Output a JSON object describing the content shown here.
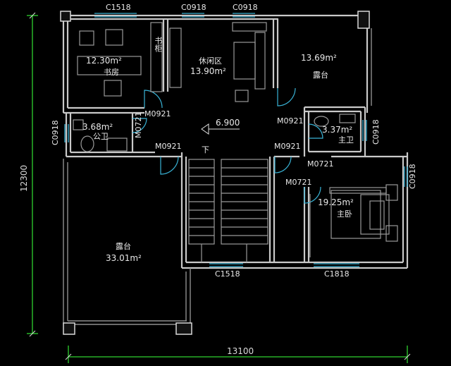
{
  "colors": {
    "background": "#000000",
    "wall": "#c9c9c9",
    "dimension_line": "#2fd12f",
    "window": "#39b3d6",
    "door": "#39b3d6",
    "furniture": "#9a9a9a",
    "text": "#e8e8e8"
  },
  "windows": {
    "top_left": "C1518",
    "top_mid": "C0918",
    "top_right": "C0918",
    "bottom_mid": "C1518",
    "bottom_right": "C1818",
    "left": "C0918",
    "right_bath": "C0918",
    "right_bed": "C0918"
  },
  "doors": {
    "study": "M0921",
    "wc_vertical": "M0721",
    "stair_left": "M0921",
    "lounge_right": "M0921",
    "stair_right": "M0921",
    "master_bath": "M0721",
    "bedroom": "M0721"
  },
  "rooms": {
    "study": {
      "area": "12.30m²",
      "name": "书房",
      "cabinet": "书柜"
    },
    "lounge": {
      "name": "休闲区",
      "area": "13.90m²"
    },
    "terrace_top": {
      "area": "13.69m²",
      "name": "露台"
    },
    "public_wc": {
      "area": "3.68m²",
      "name": "公卫"
    },
    "master_wc": {
      "area": "3.37m²",
      "name": "主卫"
    },
    "master_bedroom": {
      "area": "19.25m²",
      "name": "主卧"
    },
    "terrace_bottom": {
      "name": "露台",
      "area": "33.01m²"
    }
  },
  "level": "6.900",
  "stair_down": "下",
  "dimensions": {
    "height": "12300",
    "width": "13100"
  }
}
